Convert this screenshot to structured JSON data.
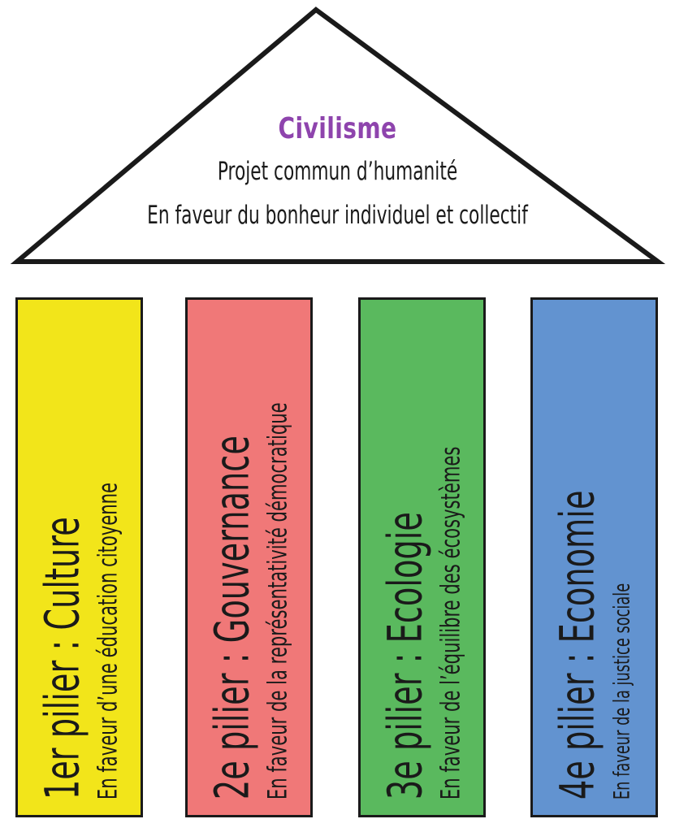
{
  "roof": {
    "title": "Civilisme",
    "line1": "Projet commun d’humanité",
    "line2": "En faveur du bonheur individuel et collectif"
  },
  "pillars": [
    {
      "title": "1er pilier : Culture",
      "subtitle": "En faveur d’une éducation citoyenne",
      "color": "#f2e51a"
    },
    {
      "title": "2e pilier : Gouvernance",
      "subtitle": "En faveur de la représentativité démocratique",
      "color": "#f07878"
    },
    {
      "title": "3e pilier : Ecologie",
      "subtitle": "En faveur de l’équilibre des écosystèmes",
      "color": "#5ab95e"
    },
    {
      "title": "4e pilier : Economie",
      "subtitle": "En faveur de la justice sociale",
      "color": "#6293d0"
    }
  ],
  "colors": {
    "title": "#8e44ad",
    "outline": "#1a1a1a"
  }
}
